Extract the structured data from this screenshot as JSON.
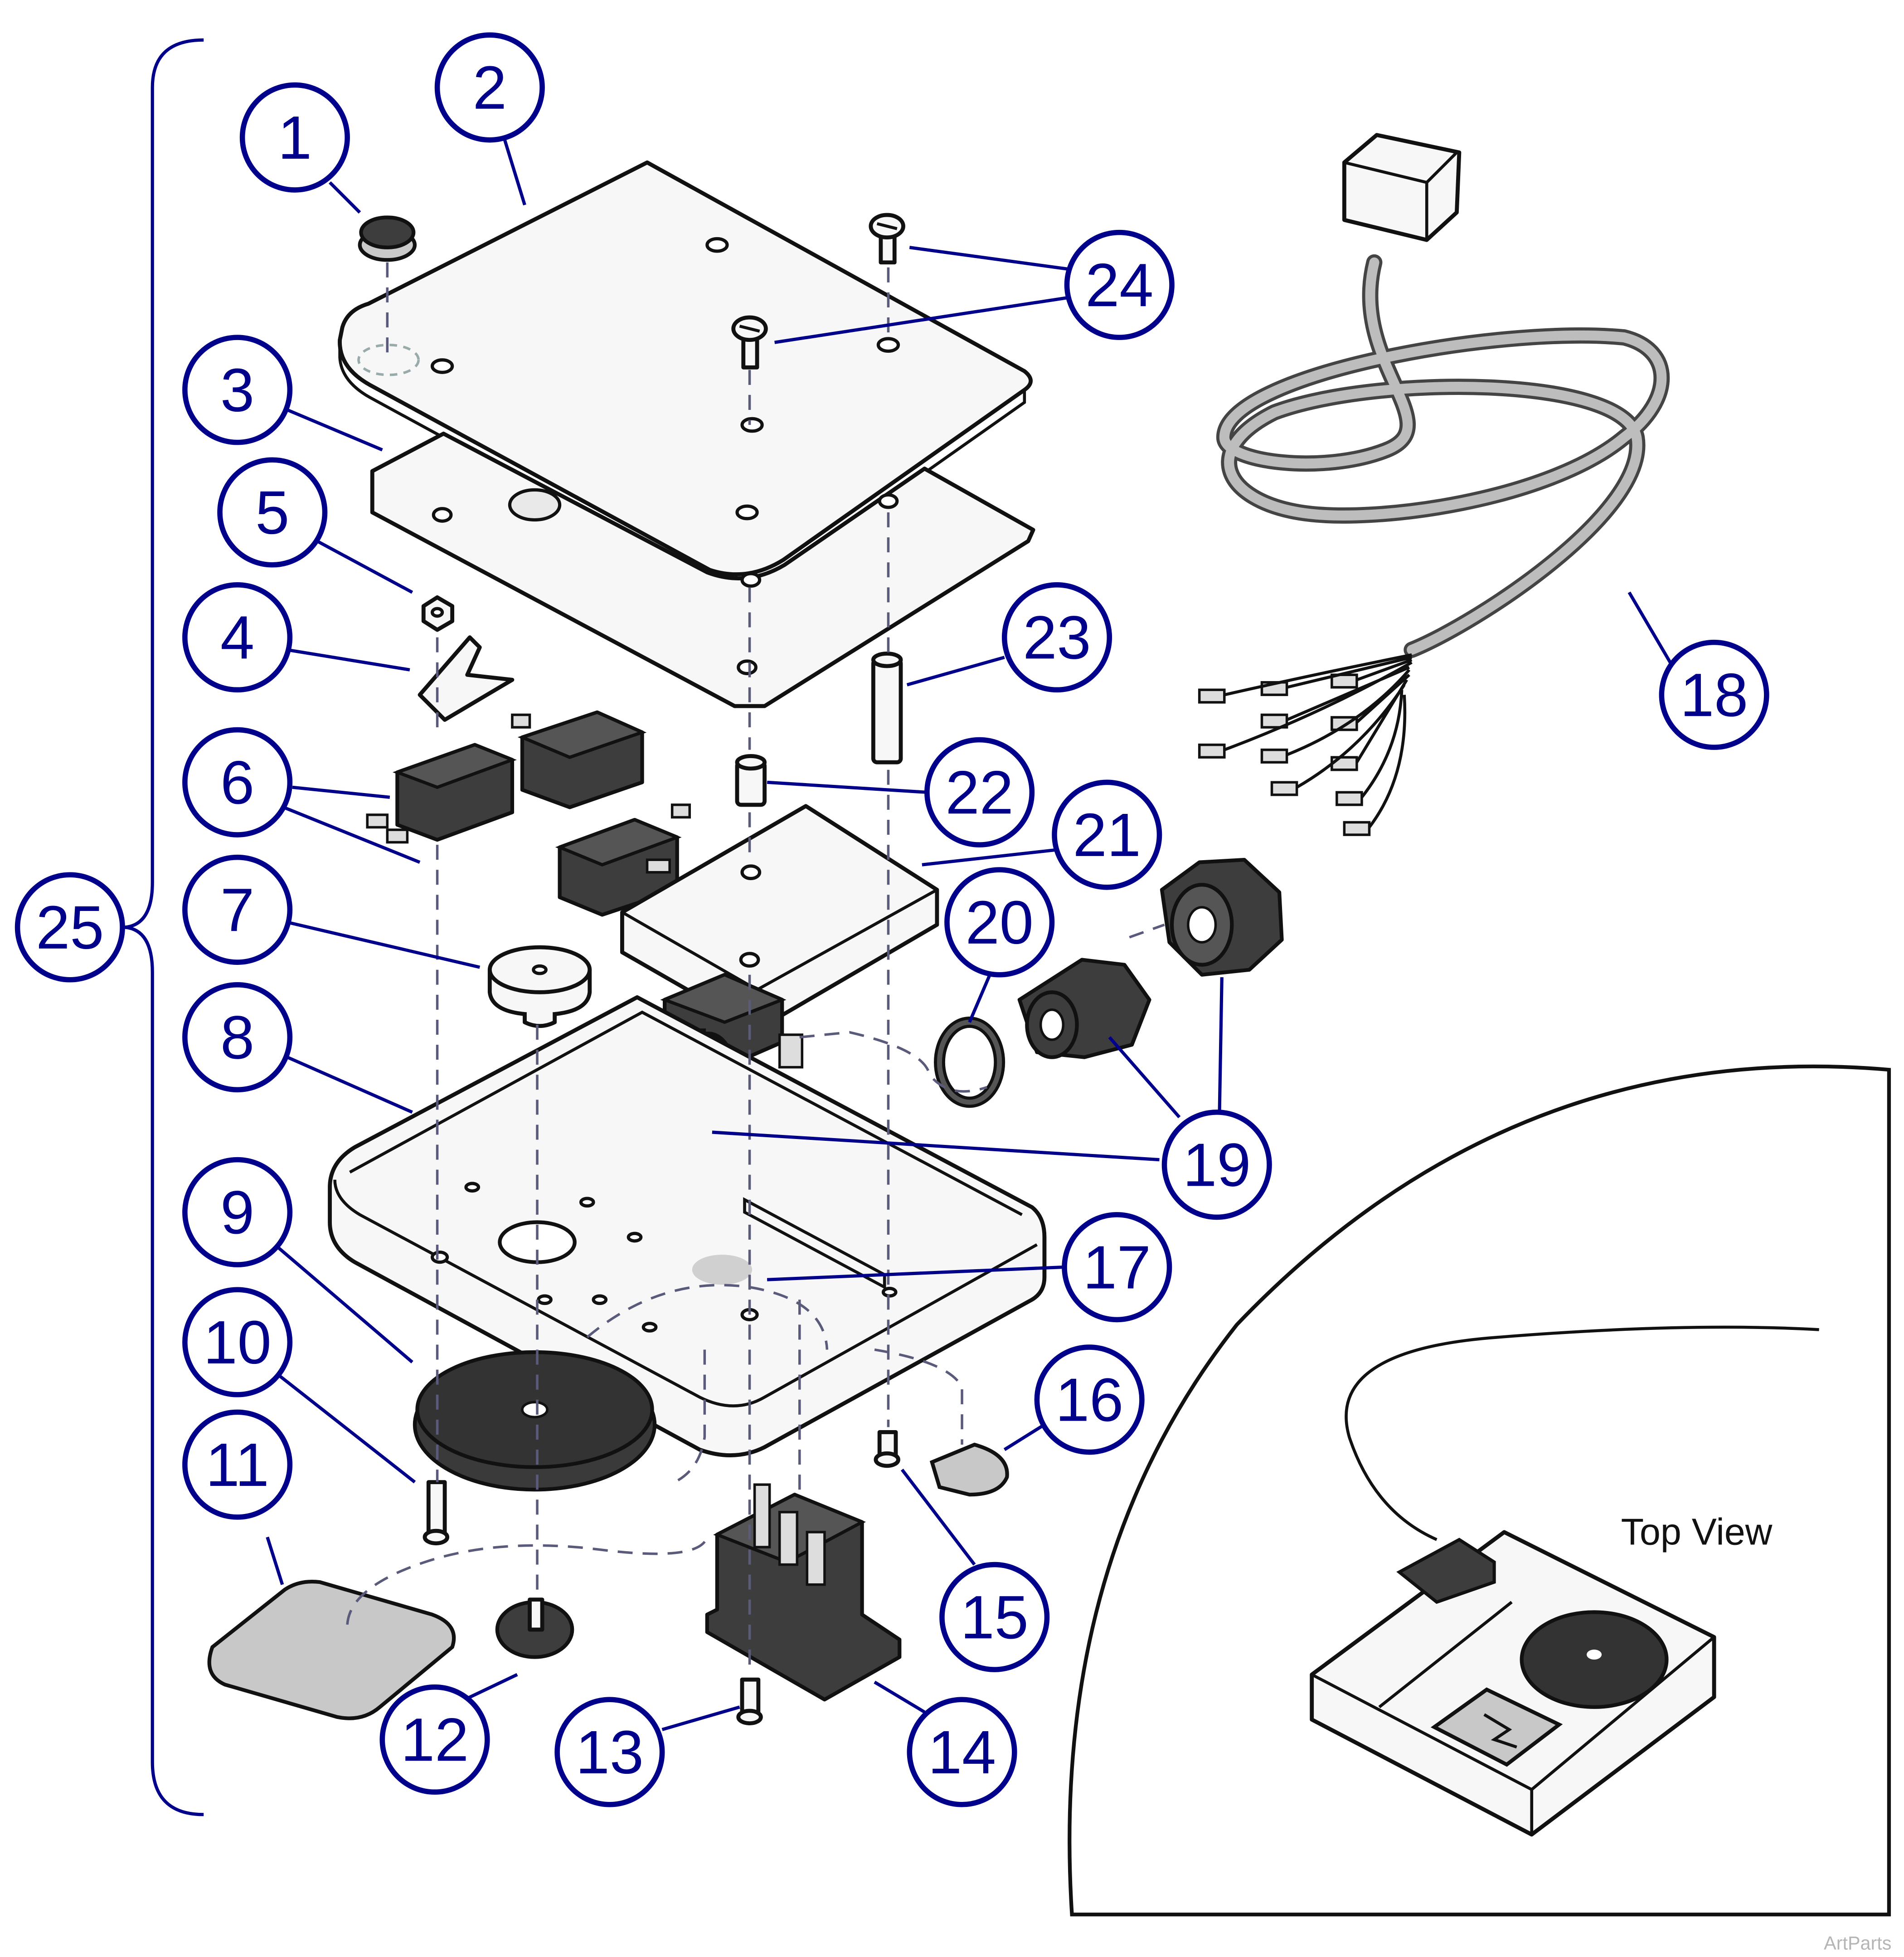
{
  "callouts": [
    {
      "number": "1"
    },
    {
      "number": "2"
    },
    {
      "number": "3"
    },
    {
      "number": "4"
    },
    {
      "number": "5"
    },
    {
      "number": "6"
    },
    {
      "number": "7"
    },
    {
      "number": "8"
    },
    {
      "number": "9"
    },
    {
      "number": "10"
    },
    {
      "number": "11"
    },
    {
      "number": "12"
    },
    {
      "number": "13"
    },
    {
      "number": "14"
    },
    {
      "number": "15"
    },
    {
      "number": "16"
    },
    {
      "number": "17"
    },
    {
      "number": "18"
    },
    {
      "number": "19"
    },
    {
      "number": "20"
    },
    {
      "number": "21"
    },
    {
      "number": "22"
    },
    {
      "number": "23"
    },
    {
      "number": "24"
    },
    {
      "number": "25"
    }
  ],
  "inset": {
    "title": "Top View"
  },
  "watermark": "ArtParts",
  "colors": {
    "callout": "#00008b",
    "line_art": "#111111"
  }
}
